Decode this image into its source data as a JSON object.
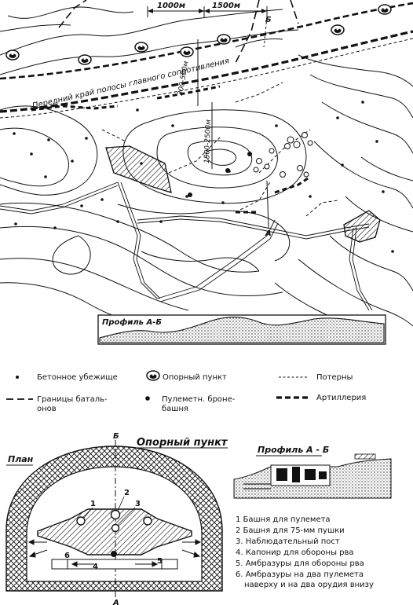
{
  "map": {
    "dim_left": "1000м",
    "dim_right": "1500м",
    "label_b_top": "Б",
    "label_a_bottom": "А",
    "front_edge": "Передний край полосы главного сопротивления",
    "depth_short": "300-500м",
    "depth_long": "1500-2500м",
    "profile_title": "Профиль А-Б"
  },
  "legend": {
    "shelter": "Бетонное убежище",
    "strongpoint": "Опорный пункт",
    "tunnels": "Потерны",
    "battalion_line1": "Границы баталь-",
    "battalion_line2": "онов",
    "mg_line1": "Пулеметн. броне-",
    "mg_line2": "башня",
    "artillery": "Артиллерия"
  },
  "plan": {
    "title": "Опорный пункт",
    "plan_label": "План",
    "b": "Б",
    "a": "А",
    "n1": "1",
    "n2": "2",
    "n3": "3",
    "n4": "4",
    "n5": "5",
    "n6": "6",
    "profile_title": "Профиль А - Б",
    "items": [
      "1  Башня для пулемета",
      "2  Башня для 75-мм пушки",
      "3. Наблюдательный пост",
      "4. Капонир для обороны рва",
      "5. Амбразуры для обороны рва",
      "6. Амбразуры на два пулемета",
      "наверху и на два орудия внизу"
    ]
  }
}
